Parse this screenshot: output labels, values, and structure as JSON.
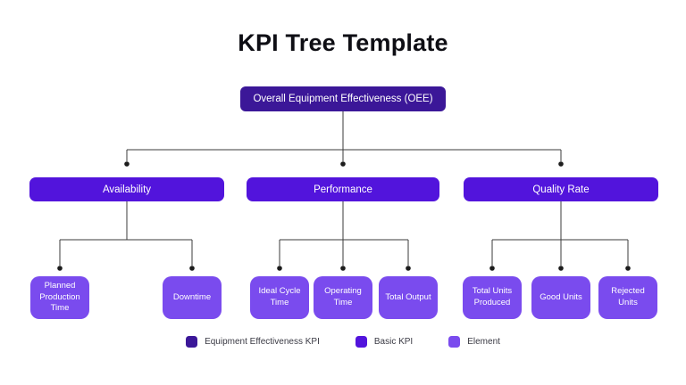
{
  "title": "KPI Tree Template",
  "tree": {
    "root": {
      "label": "Overall Equipment Effectiveness (OEE)",
      "type": "Equipment Effectiveness KPI"
    },
    "branches": [
      {
        "label": "Availability",
        "type": "Basic KPI",
        "leaves": [
          {
            "label": "Planned Production Time"
          },
          {
            "label": "Downtime"
          }
        ]
      },
      {
        "label": "Performance",
        "type": "Basic KPI",
        "leaves": [
          {
            "label": "Ideal Cycle Time"
          },
          {
            "label": "Operating Time"
          },
          {
            "label": "Total Output"
          }
        ]
      },
      {
        "label": "Quality Rate",
        "type": "Basic KPI",
        "leaves": [
          {
            "label": "Total Units Produced"
          },
          {
            "label": "Good Units"
          },
          {
            "label": "Rejected Units"
          }
        ]
      }
    ]
  },
  "legend": {
    "items": [
      {
        "label": "Equipment Effectiveness KPI",
        "color": "#3B1798"
      },
      {
        "label": "Basic KPI",
        "color": "#5214DC"
      },
      {
        "label": "Element",
        "color": "#7A4BEE"
      }
    ]
  },
  "colors": {
    "root_node": "#3B1798",
    "branch_node": "#5214DC",
    "leaf_node": "#7A4BEE",
    "connector": "#3B3B3B",
    "connector_dot": "#1C1C1C",
    "background": "#FFFFFF"
  }
}
